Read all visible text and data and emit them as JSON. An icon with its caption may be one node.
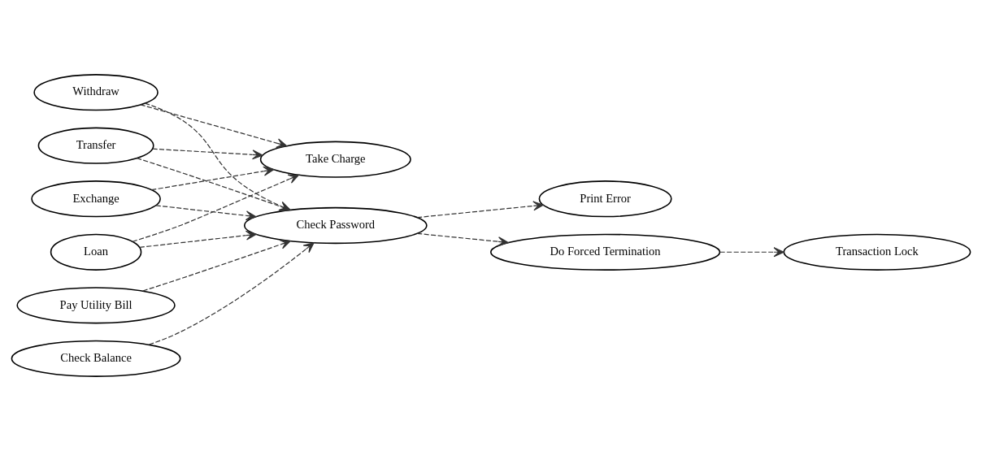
{
  "diagram": {
    "nodes": [
      {
        "text": [
          "Withdraw"
        ]
      },
      {
        "text": [
          "Transfer"
        ]
      },
      {
        "text": [
          "Exchange"
        ]
      },
      {
        "text": [
          "Loan"
        ]
      },
      {
        "text": [
          "Pay Utility Bill"
        ]
      },
      {
        "text": [
          "Check Balance"
        ]
      },
      {
        "text": [
          "Take Charge"
        ]
      },
      {
        "text": [
          "Check Password"
        ]
      },
      {
        "text": [
          "Print Error"
        ]
      },
      {
        "text": [
          "Do Forced Termination"
        ]
      },
      {
        "text": [
          "Transaction Lock"
        ]
      }
    ],
    "edges": [
      {
        "from": 0,
        "to": 6,
        "arrow": "to",
        "style": "dashed"
      },
      {
        "from": 1,
        "to": 6,
        "arrow": "to",
        "style": "dashed"
      },
      {
        "from": 2,
        "to": 6,
        "arrow": "to",
        "style": "dashed"
      },
      {
        "from": 3,
        "to": 6,
        "arrow": "to",
        "style": "dashed"
      },
      {
        "from": 0,
        "to": 7,
        "arrow": "to",
        "style": "dashed"
      },
      {
        "from": 1,
        "to": 7,
        "arrow": "to",
        "style": "dashed"
      },
      {
        "from": 2,
        "to": 7,
        "arrow": "to",
        "style": "dashed"
      },
      {
        "from": 3,
        "to": 7,
        "arrow": "to",
        "style": "dashed"
      },
      {
        "from": 4,
        "to": 7,
        "arrow": "to",
        "style": "dashed"
      },
      {
        "from": 5,
        "to": 7,
        "arrow": "to",
        "style": "dashed"
      },
      {
        "from": 7,
        "to": 8,
        "arrow": "to",
        "style": "dashed"
      },
      {
        "from": 7,
        "to": 9,
        "arrow": "to",
        "style": "dashed"
      },
      {
        "from": 9,
        "to": 10,
        "arrow": "to",
        "style": "dashed"
      }
    ]
  }
}
